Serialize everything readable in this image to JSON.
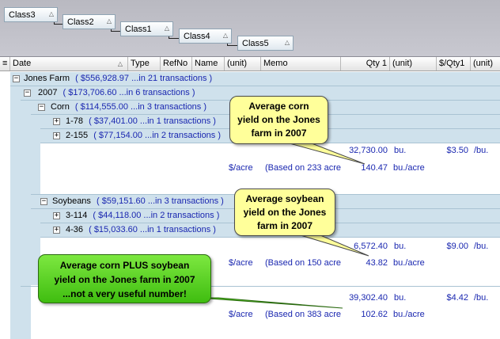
{
  "group_buttons": [
    "Class3",
    "Class2",
    "Class1",
    "Class4",
    "Class5"
  ],
  "columns": {
    "date": "Date",
    "type": "Type",
    "refno": "RefNo",
    "name": "Name",
    "unit1": "(unit)",
    "memo": "Memo",
    "qty1": "Qty 1",
    "unit2": "(unit)",
    "perqty": "$/Qty1",
    "unit3": "(unit)"
  },
  "groups": {
    "jones": {
      "label": "Jones Farm",
      "summary": "( $556,928.97  ...in 21 transactions )"
    },
    "y2007": {
      "label": "2007",
      "summary": "( $173,706.60  ...in 6 transactions )"
    },
    "corn": {
      "label": "Corn",
      "summary": "( $114,555.00  ...in 3 transactions )"
    },
    "corn_1": {
      "label": "1-78",
      "summary": "( $37,401.00  ...in 1 transactions )"
    },
    "corn_2": {
      "label": "2-155",
      "summary": "( $77,154.00  ...in 2 transactions )"
    },
    "soy": {
      "label": "Soybeans",
      "summary": "( $59,151.60  ...in 3 transactions )"
    },
    "soy_1": {
      "label": "3-114",
      "summary": "( $44,118.00  ...in 2 transactions )"
    },
    "soy_2": {
      "label": "4-36",
      "summary": "( $15,033.60  ...in 1 transactions )"
    }
  },
  "totals": {
    "corn": {
      "qty": "32,730.00",
      "unit": "bu.",
      "per": "$3.50",
      "per_unit": "/bu.",
      "perac_label": "$/acre",
      "based": "(Based on 233 acre",
      "yield": "140.47",
      "yield_unit": "bu./acre"
    },
    "soy": {
      "qty": "6,572.40",
      "unit": "bu.",
      "per": "$9.00",
      "per_unit": "/bu.",
      "perac_label": "$/acre",
      "based": "(Based on 150 acre",
      "yield": "43.82",
      "yield_unit": "bu./acre"
    },
    "all": {
      "qty": "39,302.40",
      "unit": "bu.",
      "per": "$4.42",
      "per_unit": "/bu.",
      "perac_label": "$/acre",
      "based": "(Based on 383 acre",
      "yield": "102.62",
      "yield_unit": "bu./acre"
    }
  },
  "callouts": {
    "corn": [
      "Average corn",
      "yield on the Jones",
      "farm in 2007"
    ],
    "soy": [
      "Average soybean",
      "yield on the Jones",
      "farm in 2007"
    ],
    "both": [
      "Average corn PLUS soybean",
      "yield on the Jones farm in 2007",
      "...not a very useful number!"
    ]
  },
  "colors": {
    "callout_yellow": "#ffff9a",
    "callout_green": "#4fcc1c",
    "group_blue": "#cfe1ec",
    "summary_text": "#1a27b0"
  }
}
